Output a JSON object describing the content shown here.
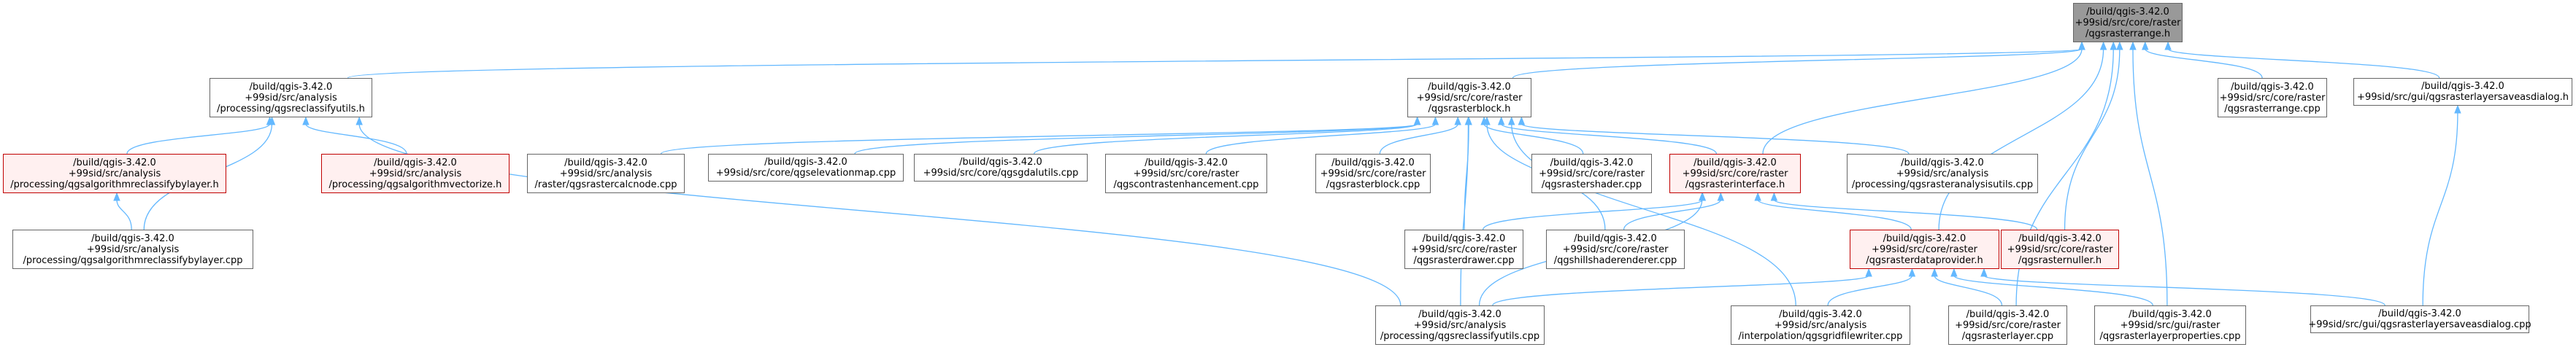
{
  "diagram": {
    "colors": {
      "edge": "#63b8ff",
      "root_fill": "#999999",
      "truncated_border": "#c00000",
      "truncated_fill": "#fff0f0",
      "node_border": "#666666"
    },
    "nodes": [
      {
        "id": "root",
        "kind": "root",
        "lines": [
          "/build/qgis-3.42.0",
          "+99sid/src/core/raster",
          "/qgsrasterrange.h"
        ]
      },
      {
        "id": "reclassifyutils_h",
        "kind": "normal",
        "lines": [
          "/build/qgis-3.42.0",
          "+99sid/src/analysis",
          "/processing/qgsreclassifyutils.h"
        ]
      },
      {
        "id": "rasterblock_h",
        "kind": "normal",
        "lines": [
          "/build/qgis-3.42.0",
          "+99sid/src/core/raster",
          "/qgsrasterblock.h"
        ]
      },
      {
        "id": "rasterrange_cpp",
        "kind": "normal",
        "lines": [
          "/build/qgis-3.42.0",
          "+99sid/src/core/raster",
          "/qgsrasterrange.cpp"
        ]
      },
      {
        "id": "saveasdialog_h",
        "kind": "normal",
        "lines": [
          "/build/qgis-3.42.0",
          "+99sid/src/gui/qgsrasterlayersaveasdialog.h"
        ]
      },
      {
        "id": "reclassbylayer_h",
        "kind": "trunc",
        "lines": [
          "/build/qgis-3.42.0",
          "+99sid/src/analysis",
          "/processing/qgsalgorithmreclassifybylayer.h"
        ]
      },
      {
        "id": "vectorize_h",
        "kind": "trunc",
        "lines": [
          "/build/qgis-3.42.0",
          "+99sid/src/analysis",
          "/processing/qgsalgorithmvectorize.h"
        ]
      },
      {
        "id": "calcnode_cpp",
        "kind": "normal",
        "lines": [
          "/build/qgis-3.42.0",
          "+99sid/src/analysis",
          "/raster/qgsrastercalcnode.cpp"
        ]
      },
      {
        "id": "elevationmap_cpp",
        "kind": "normal",
        "lines": [
          "/build/qgis-3.42.0",
          "+99sid/src/core/qgselevationmap.cpp"
        ]
      },
      {
        "id": "gdalutils_cpp",
        "kind": "normal",
        "lines": [
          "/build/qgis-3.42.0",
          "+99sid/src/core/qgsgdalutils.cpp"
        ]
      },
      {
        "id": "contrast_cpp",
        "kind": "normal",
        "lines": [
          "/build/qgis-3.42.0",
          "+99sid/src/core/raster",
          "/qgscontrastenhancement.cpp"
        ]
      },
      {
        "id": "rasterblock_cpp",
        "kind": "normal",
        "lines": [
          "/build/qgis-3.42.0",
          "+99sid/src/core/raster",
          "/qgsrasterblock.cpp"
        ]
      },
      {
        "id": "rastershader_cpp",
        "kind": "normal",
        "lines": [
          "/build/qgis-3.42.0",
          "+99sid/src/core/raster",
          "/qgsrastershader.cpp"
        ]
      },
      {
        "id": "rasterinterface_h",
        "kind": "trunc",
        "lines": [
          "/build/qgis-3.42.0",
          "+99sid/src/core/raster",
          "/qgsrasterinterface.h"
        ]
      },
      {
        "id": "analysisutils_cpp",
        "kind": "normal",
        "lines": [
          "/build/qgis-3.42.0",
          "+99sid/src/analysis",
          "/processing/qgsrasteranalysisutils.cpp"
        ]
      },
      {
        "id": "reclassbylayer_cpp",
        "kind": "normal",
        "lines": [
          "/build/qgis-3.42.0",
          "+99sid/src/analysis",
          "/processing/qgsalgorithmreclassifybylayer.cpp"
        ]
      },
      {
        "id": "rasterdrawer_cpp",
        "kind": "normal",
        "lines": [
          "/build/qgis-3.42.0",
          "+99sid/src/core/raster",
          "/qgsrasterdrawer.cpp"
        ]
      },
      {
        "id": "hillshade_cpp",
        "kind": "normal",
        "lines": [
          "/build/qgis-3.42.0",
          "+99sid/src/core/raster",
          "/qgshillshaderenderer.cpp"
        ]
      },
      {
        "id": "dataprovider_h",
        "kind": "trunc",
        "lines": [
          "/build/qgis-3.42.0",
          "+99sid/src/core/raster",
          "/qgsrasterdataprovider.h"
        ]
      },
      {
        "id": "rasternuller_h",
        "kind": "trunc",
        "lines": [
          "/build/qgis-3.42.0",
          "+99sid/src/core/raster",
          "/qgsrasternuller.h"
        ]
      },
      {
        "id": "reclassifyutils_cpp",
        "kind": "normal",
        "lines": [
          "/build/qgis-3.42.0",
          "+99sid/src/analysis",
          "/processing/qgsreclassifyutils.cpp"
        ]
      },
      {
        "id": "gridfilewriter_cpp",
        "kind": "normal",
        "lines": [
          "/build/qgis-3.42.0",
          "+99sid/src/analysis",
          "/interpolation/qgsgridfilewriter.cpp"
        ]
      },
      {
        "id": "rasterlayer_cpp",
        "kind": "normal",
        "lines": [
          "/build/qgis-3.42.0",
          "+99sid/src/core/raster",
          "/qgsrasterlayer.cpp"
        ]
      },
      {
        "id": "layerprops_cpp",
        "kind": "normal",
        "lines": [
          "/build/qgis-3.42.0",
          "+99sid/src/gui/raster",
          "/qgsrasterlayerproperties.cpp"
        ]
      },
      {
        "id": "saveasdialog_cpp",
        "kind": "normal",
        "lines": [
          "/build/qgis-3.42.0",
          "+99sid/src/gui/qgsrasterlayersaveasdialog.cpp"
        ]
      }
    ],
    "edges": [
      [
        "reclassifyutils_h",
        "root"
      ],
      [
        "rasterblock_h",
        "root"
      ],
      [
        "rasterrange_cpp",
        "root"
      ],
      [
        "saveasdialog_h",
        "root"
      ],
      [
        "rasterinterface_h",
        "root"
      ],
      [
        "dataprovider_h",
        "root"
      ],
      [
        "rasternuller_h",
        "root"
      ],
      [
        "rasterlayer_cpp",
        "root"
      ],
      [
        "layerprops_cpp",
        "root"
      ],
      [
        "reclassbylayer_h",
        "reclassifyutils_h"
      ],
      [
        "vectorize_h",
        "reclassifyutils_h"
      ],
      [
        "reclassbylayer_cpp",
        "reclassifyutils_h"
      ],
      [
        "reclassifyutils_cpp",
        "reclassifyutils_h"
      ],
      [
        "reclassbylayer_cpp",
        "reclassbylayer_h"
      ],
      [
        "calcnode_cpp",
        "rasterblock_h"
      ],
      [
        "elevationmap_cpp",
        "rasterblock_h"
      ],
      [
        "gdalutils_cpp",
        "rasterblock_h"
      ],
      [
        "contrast_cpp",
        "rasterblock_h"
      ],
      [
        "rasterblock_cpp",
        "rasterblock_h"
      ],
      [
        "rastershader_cpp",
        "rasterblock_h"
      ],
      [
        "rasterinterface_h",
        "rasterblock_h"
      ],
      [
        "analysisutils_cpp",
        "rasterblock_h"
      ],
      [
        "rasterdrawer_cpp",
        "rasterblock_h"
      ],
      [
        "hillshade_cpp",
        "rasterblock_h"
      ],
      [
        "reclassifyutils_cpp",
        "rasterblock_h"
      ],
      [
        "gridfilewriter_cpp",
        "rasterblock_h"
      ],
      [
        "rasterdrawer_cpp",
        "rasterinterface_h"
      ],
      [
        "hillshade_cpp",
        "rasterinterface_h"
      ],
      [
        "dataprovider_h",
        "rasterinterface_h"
      ],
      [
        "rasternuller_h",
        "rasterinterface_h"
      ],
      [
        "reclassifyutils_cpp",
        "rasterinterface_h"
      ],
      [
        "reclassifyutils_cpp",
        "dataprovider_h"
      ],
      [
        "gridfilewriter_cpp",
        "dataprovider_h"
      ],
      [
        "rasterlayer_cpp",
        "dataprovider_h"
      ],
      [
        "layerprops_cpp",
        "dataprovider_h"
      ],
      [
        "saveasdialog_cpp",
        "dataprovider_h"
      ],
      [
        "saveasdialog_cpp",
        "saveasdialog_h"
      ]
    ]
  }
}
